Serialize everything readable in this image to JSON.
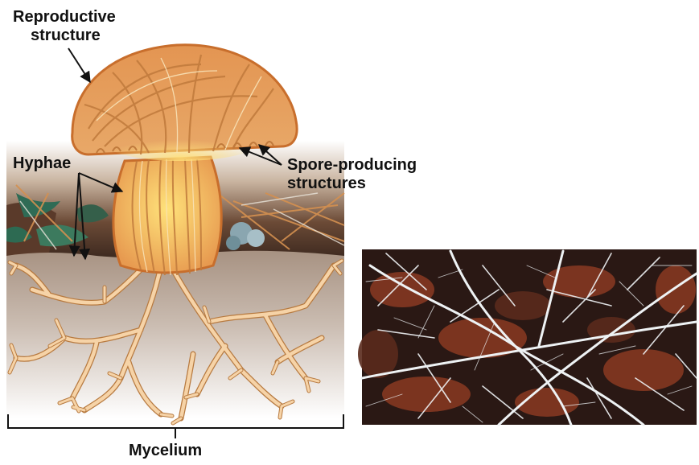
{
  "labels": {
    "reproductive_line1": "Reproductive",
    "reproductive_line2": "structure",
    "hyphae": "Hyphae",
    "spore_line1": "Spore-producing",
    "spore_line2": "structures",
    "mycelium": "Mycelium"
  },
  "colors": {
    "cap": "#e89a55",
    "cap_dark": "#c86e2c",
    "hypha_fill": "#f6d3a7",
    "hypha_edge": "#b57438",
    "soil_top": "#a99587",
    "soil_bottom": "#ffffff",
    "photo_dark": "#2a1814",
    "photo_rust": "#8a3a22",
    "photo_hypha": "#eef2f4",
    "text": "#111111"
  }
}
